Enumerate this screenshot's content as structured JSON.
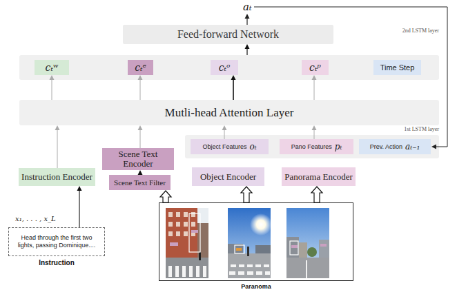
{
  "diagram": {
    "nodes": [
      {
        "text": [
          "Feed-forward Network"
        ]
      },
      {
        "text": [
          "2nd LSTM layer"
        ]
      },
      {
        "text": [
          "cₜʷ"
        ],
        "in": 1
      },
      {
        "text": [
          "cₜᵉ"
        ],
        "in": 1
      },
      {
        "text": [
          "cₜᵒ"
        ],
        "in": 1
      },
      {
        "text": [
          "cₜᵖ"
        ],
        "in": 1
      },
      {
        "text": [
          "Time Step"
        ],
        "in": 1
      },
      {
        "text": [
          "Mutli-head Attention Layer"
        ]
      },
      {
        "text": [
          "1st LSTM layer"
        ]
      },
      {
        "text": [
          "Object Features",
          "oₜ"
        ],
        "in": 8
      },
      {
        "text": [
          "Pano Features",
          "pₜ"
        ],
        "in": 8
      },
      {
        "text": [
          "Prev. Action",
          "aₜ₋₁"
        ],
        "in": 8
      },
      {
        "text": [
          "Scene Text Encoder"
        ]
      },
      {
        "text": [
          "Scene Text Filter"
        ]
      },
      {
        "text": [
          "Instruction Encoder"
        ]
      },
      {
        "text": [
          "Object Encoder"
        ]
      },
      {
        "text": [
          "Panorama Encoder"
        ]
      },
      {
        "text": [
          "Paranoma"
        ]
      },
      {
        "text": [
          "Head through the first two lights, passing Dominique....",
          "Instruction"
        ]
      }
    ],
    "edges": [
      {
        "from": 18,
        "to": 14,
        "arrow": "to"
      },
      {
        "from": 14,
        "to": 7,
        "arrow": "to"
      },
      {
        "from": 7,
        "to": 2,
        "arrow": "to"
      },
      {
        "from": 13,
        "to": 12,
        "arrow": "to"
      },
      {
        "from": 12,
        "to": 7,
        "arrow": "to"
      },
      {
        "from": 7,
        "to": 3,
        "arrow": "to"
      },
      {
        "from": 9,
        "to": 7,
        "arrow": "to"
      },
      {
        "from": 7,
        "to": 4,
        "arrow": "to"
      },
      {
        "from": 10,
        "to": 7,
        "arrow": "to"
      },
      {
        "from": 7,
        "to": 5,
        "arrow": "to"
      },
      {
        "from": 1,
        "to": 0,
        "arrow": "to"
      },
      {
        "from": 17,
        "to": 13,
        "arrow": "to"
      },
      {
        "from": 17,
        "to": 15,
        "arrow": "to"
      },
      {
        "from": 17,
        "to": 16,
        "arrow": "to"
      }
    ],
    "labels": [
      "aₜ",
      "x₁, . . . , x_L"
    ]
  }
}
